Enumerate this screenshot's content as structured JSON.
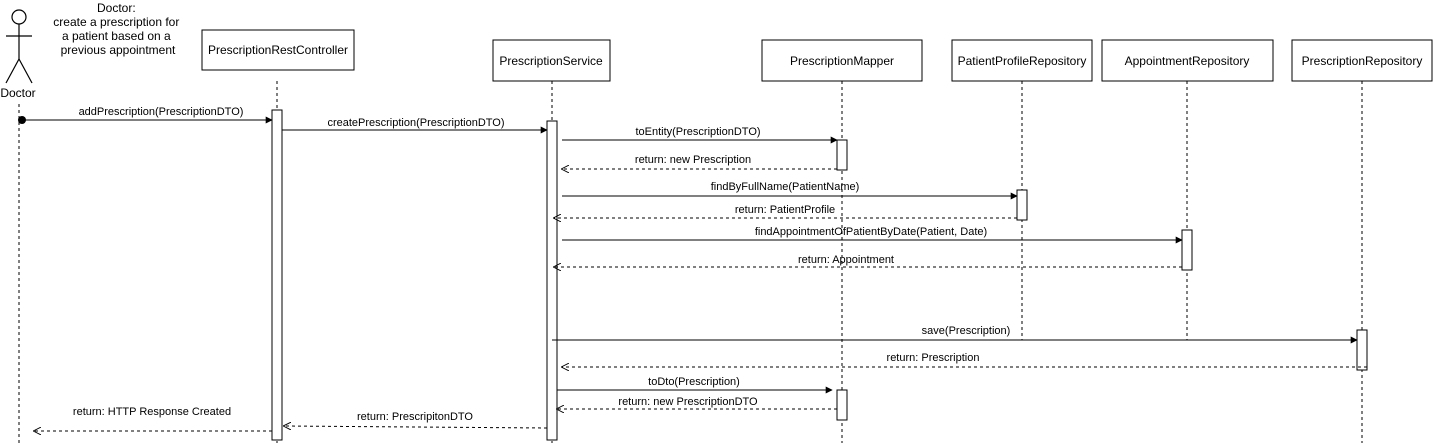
{
  "actor": {
    "name": "Doctor",
    "note_lines": [
      "Doctor:",
      "create a prescription for",
      "a patient based on a",
      "previous appointment"
    ]
  },
  "participants": [
    {
      "id": "controller",
      "label": "PrescriptionRestController"
    },
    {
      "id": "service",
      "label": "PrescriptionService"
    },
    {
      "id": "mapper",
      "label": "PrescriptionMapper"
    },
    {
      "id": "patientRepo",
      "label": "PatientProfileRepository"
    },
    {
      "id": "appointmentRepo",
      "label": "AppointmentRepository"
    },
    {
      "id": "prescriptionRepo",
      "label": "PrescriptionRepository"
    }
  ],
  "messages": [
    {
      "from": "actor",
      "to": "controller",
      "label": "addPrescription(PrescriptionDTO)",
      "kind": "call"
    },
    {
      "from": "controller",
      "to": "service",
      "label": "createPrescription(PrescriptionDTO)",
      "kind": "call"
    },
    {
      "from": "service",
      "to": "mapper",
      "label": "toEntity(PrescriptionDTO)",
      "kind": "call"
    },
    {
      "from": "mapper",
      "to": "service",
      "label": "return: new Prescription",
      "kind": "return"
    },
    {
      "from": "service",
      "to": "patientRepo",
      "label": "findByFullName(PatientName)",
      "kind": "call"
    },
    {
      "from": "patientRepo",
      "to": "service",
      "label": "return: PatientProfile",
      "kind": "return"
    },
    {
      "from": "service",
      "to": "appointmentRepo",
      "label": "findAppointmentOfPatientByDate(Patient, Date)",
      "kind": "call"
    },
    {
      "from": "appointmentRepo",
      "to": "service",
      "label": "return: Appointment",
      "kind": "return"
    },
    {
      "from": "service",
      "to": "prescriptionRepo",
      "label": "save(Prescription)",
      "kind": "call"
    },
    {
      "from": "prescriptionRepo",
      "to": "service",
      "label": "return: Prescription",
      "kind": "return"
    },
    {
      "from": "service",
      "to": "mapper",
      "label": "toDto(Prescription)",
      "kind": "call"
    },
    {
      "from": "mapper",
      "to": "service",
      "label": "return: new PrescriptionDTO",
      "kind": "return"
    },
    {
      "from": "service",
      "to": "controller",
      "label": "return: PrescripitonDTO",
      "kind": "return"
    },
    {
      "from": "controller",
      "to": "actor",
      "label": "return: HTTP Response Created",
      "kind": "return"
    }
  ]
}
